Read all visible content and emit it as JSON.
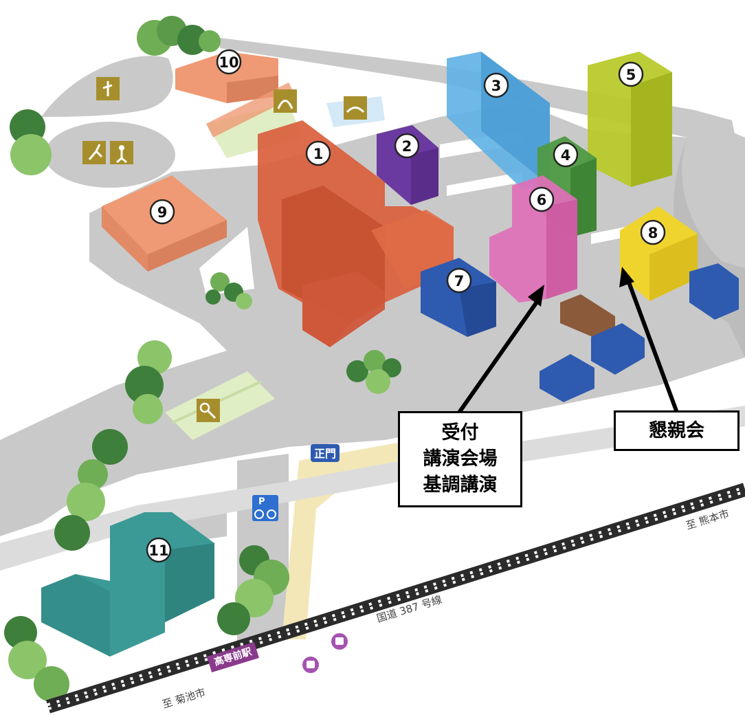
{
  "buildings": [
    {
      "id": "building-1",
      "label": "1",
      "color": "#d9603d"
    },
    {
      "id": "building-2",
      "label": "2",
      "color": "#6b3aa0"
    },
    {
      "id": "building-3",
      "label": "3",
      "color": "#5fb1e6"
    },
    {
      "id": "building-4",
      "label": "4",
      "color": "#4f9a45"
    },
    {
      "id": "building-5",
      "label": "5",
      "color": "#b8ca2c"
    },
    {
      "id": "building-6",
      "label": "6",
      "color": "#e070b8"
    },
    {
      "id": "building-7",
      "label": "7",
      "color": "#2e5ab0"
    },
    {
      "id": "building-8",
      "label": "8",
      "color": "#f0d42e"
    },
    {
      "id": "building-9",
      "label": "9",
      "color": "#ef9a74"
    },
    {
      "id": "building-10",
      "label": "10",
      "color": "#ef9a74"
    },
    {
      "id": "building-11",
      "label": "11",
      "color": "#3c9a96"
    }
  ],
  "callouts": {
    "reception": {
      "lines": [
        "受付",
        "講演会場",
        "基調講演"
      ]
    },
    "banquet": {
      "lines": [
        "懇親会"
      ]
    }
  },
  "map_labels": {
    "main_gate": "正門",
    "station": "高専前駅",
    "route": "国道 387 号線",
    "to_kumamoto": "至 熊本市",
    "to_kikuchi": "至 菊池市",
    "parking": "P"
  },
  "icons": [
    "golf-icon",
    "archery-icon",
    "swimming-icon",
    "running-icon",
    "tennis-icon",
    "bicycle-parking-icon",
    "bus-icon"
  ],
  "colors": {
    "road": "#c9c9c9",
    "main_road": "#f3e7b8",
    "grass": "#dfeec4",
    "tree": "#6fae55",
    "tree_dark": "#3f7f3c",
    "rail": "#2b2b2b",
    "icon_bg": "#a78e2d",
    "station": "#8a3a8c"
  }
}
